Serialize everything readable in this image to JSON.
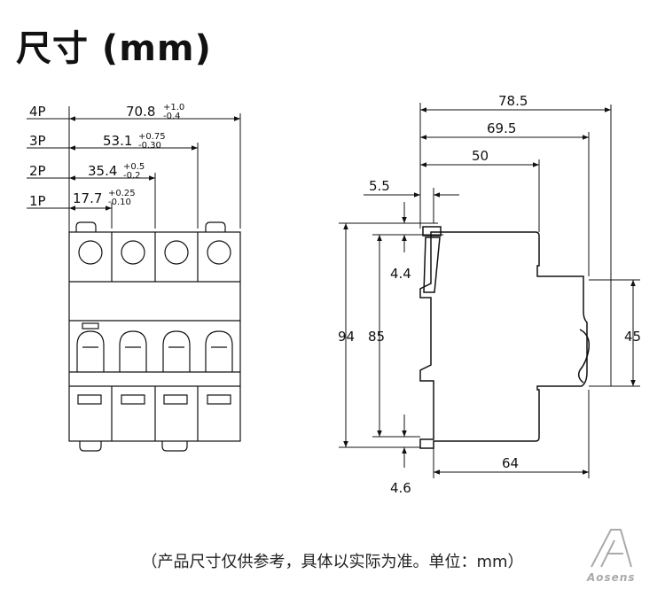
{
  "title": "尺寸 (mm)",
  "front_view": {
    "poles": [
      {
        "label": "4P",
        "value": "70.8",
        "tol_upper": "+1.0",
        "tol_lower": "-0.4"
      },
      {
        "label": "3P",
        "value": "53.1",
        "tol_upper": "+0.75",
        "tol_lower": "-0.30"
      },
      {
        "label": "2P",
        "value": "35.4",
        "tol_upper": "+0.5",
        "tol_lower": "-0.2"
      },
      {
        "label": "1P",
        "value": "17.7",
        "tol_upper": "+0.25",
        "tol_lower": "-0.10"
      }
    ]
  },
  "side_view": {
    "dims_top": [
      "78.5",
      "69.5",
      "50",
      "5.5"
    ],
    "dim_4_4": "4.4",
    "dim_94": "94",
    "dim_85": "85",
    "dim_45": "45",
    "dim_64": "64",
    "dim_4_6": "4.6"
  },
  "footnote": "（产品尺寸仅供参考，具体以实际为准。单位：mm）",
  "logo": {
    "text": "Aosens",
    "color": "#aaaaaa"
  }
}
